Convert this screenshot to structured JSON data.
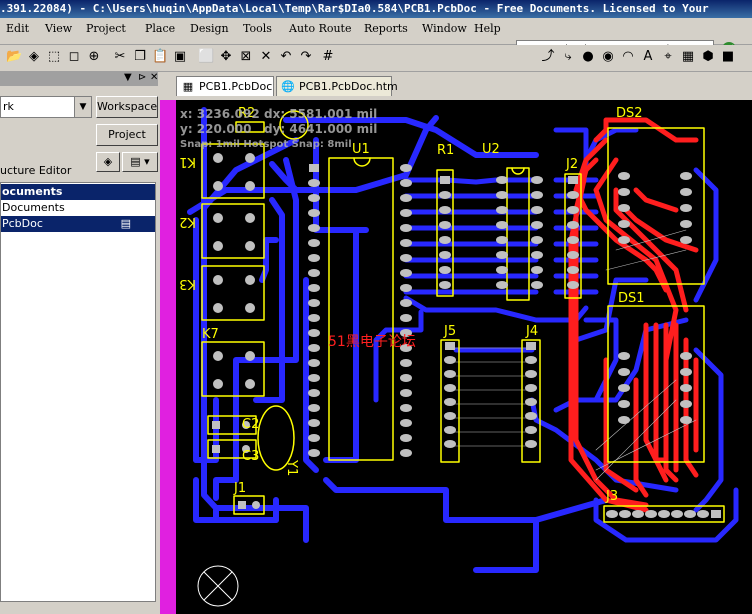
{
  "window": {
    "title": ".391.22084) - C:\\Users\\huqin\\AppData\\Local\\Temp\\Rar$DIa0.584\\PCB1.PcbDoc - Free Documents. Licensed to Your"
  },
  "menu": [
    "Edit",
    "View",
    "Project",
    "Place",
    "Design",
    "Tools",
    "Auto Route",
    "Reports",
    "Window",
    "Help"
  ],
  "path_box": "C:\\Users\\huqin\\AppData\\Local\\Te",
  "panel": {
    "combo_value": "rk",
    "workspace_button": "Workspace",
    "project_button": "Project",
    "structure_label": "ucture Editor",
    "tree": [
      {
        "label": "ocuments",
        "selected": true
      },
      {
        "label": "Documents",
        "selected": false
      },
      {
        "label": "PcbDoc",
        "selected": true
      }
    ]
  },
  "tabs": [
    "PCB1.PcbDoc",
    "PCB1.PcbDoc.htm"
  ],
  "readout": {
    "x": "x:  3236.092",
    "dx": "dx:  5581.001 mil",
    "y": "y:  220.000",
    "dy": "dy:  4641.000 mil",
    "snap": "Snap: 1mil Hotspot Snap: 8mil"
  },
  "designators": {
    "os2": "DS2",
    "ds1": "DS1",
    "r1": "R1",
    "u2": "U2",
    "j2": "J2",
    "u1": "U1",
    "k1": "K1",
    "k2": "K2",
    "k3": "K3",
    "k7": "K7",
    "j5": "J5",
    "j4": "J4",
    "c2": "C2",
    "c3": "C3",
    "y1": "Y1",
    "j1": "J1",
    "j3": "J3",
    "r2": "R2"
  },
  "watermark": "51黑电子论坛",
  "colors": {
    "top_copper": "#ff2020",
    "bottom_copper": "#2020ff",
    "silkscreen": "#ffff00",
    "keepout": "#e020e0",
    "pad": "#c0c0c0",
    "via": "#408080"
  }
}
